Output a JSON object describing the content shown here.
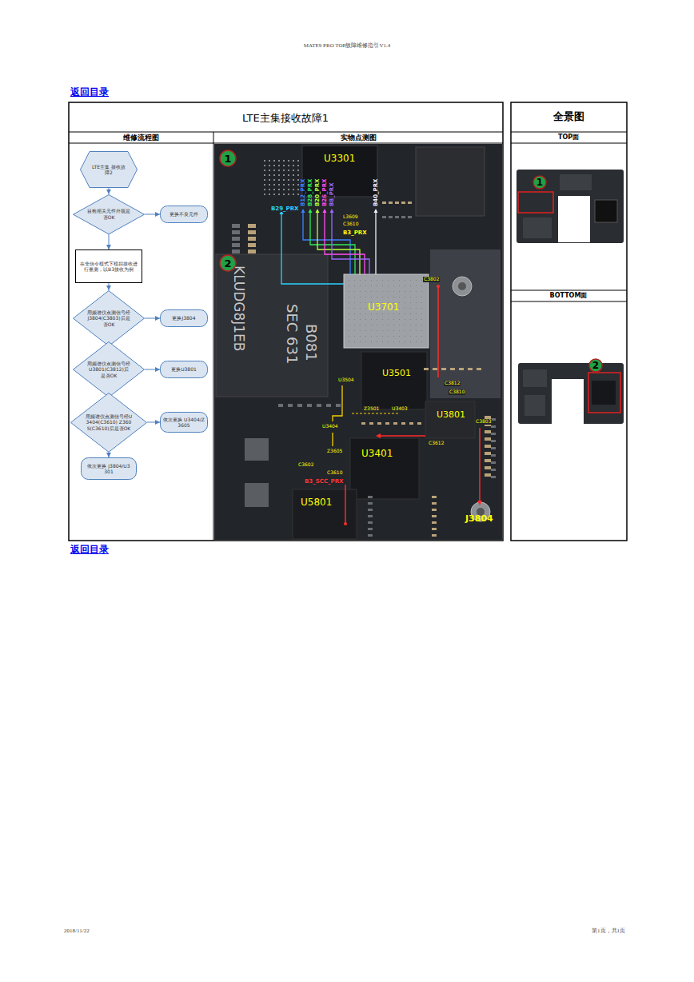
{
  "diagram": {
    "title": "LTE主集接收故障1",
    "nodes": [
      {
        "text": [
          "LTE主集 接收故障2"
        ]
      },
      {
        "text": [
          "目检相关元件外观是否OK"
        ]
      },
      {
        "text": [
          "更换不良元件"
        ]
      },
      {
        "text": [
          "在非信令模式下模拟接收进行量测，以B3接收为例"
        ]
      },
      {
        "text": [
          "用频谱仪点测信号经J3804(C3803)后是否OK"
        ]
      },
      {
        "text": [
          "更换J3804"
        ]
      },
      {
        "text": [
          "用频谱仪点测信号经U3801(C3812)后是否OK"
        ]
      },
      {
        "text": [
          "更换U3801"
        ]
      },
      {
        "text": [
          "用频谱仪点测信号经U3404(C3610) Z3605(C3610)后是否OK"
        ]
      },
      {
        "text": [
          "依次更换 U3404/Z3605"
        ]
      },
      {
        "text": [
          "依次更换 J3804/U3301"
        ]
      },
      {
        "text": [
          "1"
        ]
      },
      {
        "text": [
          "2"
        ]
      },
      {
        "text": [
          "1"
        ]
      },
      {
        "text": [
          "2"
        ]
      }
    ],
    "edges": [
      {
        "from": 0,
        "to": 1,
        "arrow": "to"
      },
      {
        "from": 1,
        "to": 2,
        "arrow": "to"
      },
      {
        "from": 1,
        "to": 3,
        "arrow": "to"
      },
      {
        "from": 3,
        "to": 4,
        "arrow": "to"
      },
      {
        "from": 4,
        "to": 5,
        "arrow": "to"
      },
      {
        "from": 4,
        "to": 6,
        "arrow": "to"
      },
      {
        "from": 6,
        "to": 7,
        "arrow": "to"
      },
      {
        "from": 6,
        "to": 8,
        "arrow": "to"
      },
      {
        "from": 8,
        "to": 9,
        "arrow": "to"
      },
      {
        "from": 8,
        "to": 10,
        "arrow": "to"
      }
    ],
    "labels": [
      "MATE9 PRO TOP故障维修指引V1.4",
      "返回目录",
      "维修流程图",
      "实物点测图",
      "全景图",
      "TOP面",
      "BOTTOM面",
      "U3301",
      "B29_PRX",
      "B12_PRX",
      "B28_PRX",
      "B20_PRX",
      "B26_PRX",
      "B8_PRX",
      "B40_PRX",
      "L3609",
      "C3610",
      "B3_PRX",
      "U3701",
      "C3802",
      "KLUDG8J1EB",
      "SEC 631",
      "B081",
      "U3501",
      "U3504",
      "Z3501",
      "U3403",
      "C3812",
      "C3810",
      "U3801",
      "C3803",
      "U3404",
      "C3612",
      "U3401",
      "Z3605",
      "C3602",
      "C3610",
      "B3_SCC_PRX",
      "U5801",
      "J3804",
      "返回目录",
      "2018/11/22",
      "第1页，共1页"
    ]
  }
}
